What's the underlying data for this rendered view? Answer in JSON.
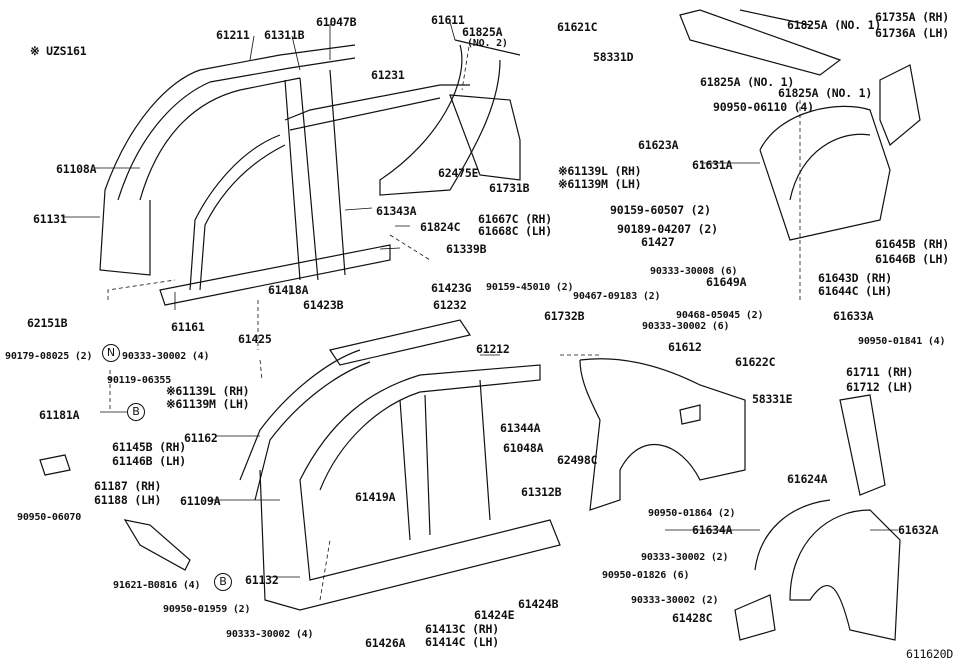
{
  "diagram": {
    "note": "※ UZS161",
    "figure_code": "611620D",
    "callout_n": "N",
    "callout_b": "B",
    "labels": [
      "61211",
      "61311B",
      "61047B",
      "61611",
      "61825A",
      "(NO. 2)",
      "61621C",
      "58331D",
      "61825A (NO. 1)",
      "61735A (RH)",
      "61736A (LH)",
      "61231",
      "61825A (NO. 1)",
      "61825A (NO. 1)",
      "90950-06110 (4)",
      "61623A",
      "61108A",
      "62475E",
      "61731B",
      "※61139L (RH)",
      "※61139M (LH)",
      "61631A",
      "61131",
      "61343A",
      "90159-60507 (2)",
      "61824C",
      "61667C (RH)",
      "61668C (LH)",
      "90189-04207 (2)",
      "61427",
      "61339B",
      "61645B (RH)",
      "61646B (LH)",
      "61418A",
      "61423G",
      "90159-45010 (2)",
      "90467-09183 (2)",
      "90333-30008 (6)",
      "61649A",
      "61643D (RH)",
      "61644C (LH)",
      "61423B",
      "61232",
      "62151B",
      "61161",
      "61425",
      "61732B",
      "90333-30002 (6)",
      "90468-05045 (2)",
      "61633A",
      "90950-01841 (4)",
      "90179-08025 (2)",
      "90333-30002 (4)",
      "61212",
      "61612",
      "61622C",
      "90119-06355",
      "※61139L (RH)",
      "※61139M (LH)",
      "61711 (RH)",
      "61712 (LH)",
      "61181A",
      "58331E",
      "61344A",
      "61162",
      "61048A",
      "61145B (RH)",
      "61146B (LH)",
      "62498C",
      "61187 (RH)",
      "61188 (LH)",
      "61312B",
      "61624A",
      "61109A",
      "61419A",
      "90950-06070",
      "90950-01864 (2)",
      "61634A",
      "61632A",
      "61132",
      "90333-30002 (2)",
      "91621-B0816 (4)",
      "90950-01826 (6)",
      "61424B",
      "90950-01959 (2)",
      "90333-30002 (2)",
      "61424E",
      "61413C (RH)",
      "61414C (LH)",
      "90333-30002 (4)",
      "61426A",
      "61428C"
    ]
  }
}
